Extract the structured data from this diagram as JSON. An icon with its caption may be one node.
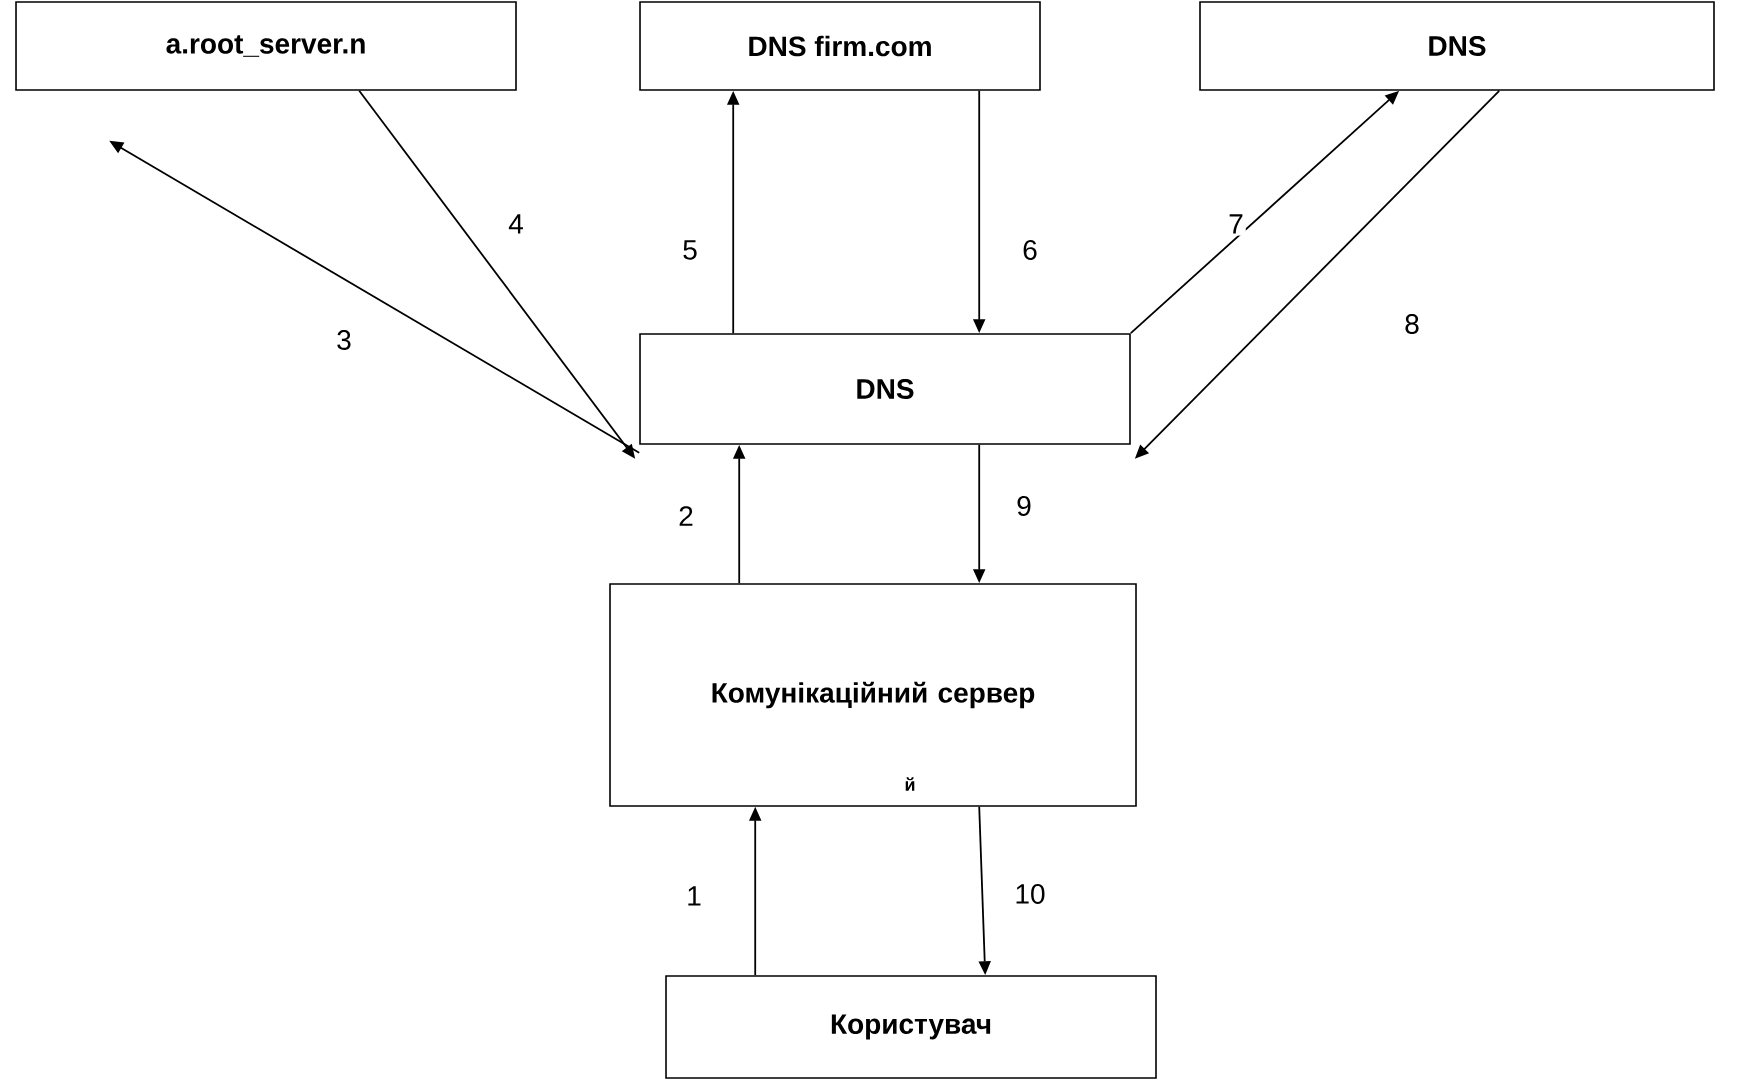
{
  "diagram": {
    "nodes": [
      {
        "text": [
          "a.root_server.n"
        ]
      },
      {
        "text": [
          "DNS firm.com"
        ]
      },
      {
        "text": [
          "DNS"
        ]
      },
      {
        "text": [
          "DNS"
        ]
      },
      {
        "text": [
          "Комунікаційний сервер"
        ]
      },
      {
        "text": [
          "Користувач"
        ]
      }
    ],
    "edges": [
      {
        "from": 3,
        "to": 0,
        "arrow": "to",
        "label": "3"
      },
      {
        "from": 0,
        "to": 3,
        "arrow": "to",
        "label": "4"
      },
      {
        "from": 3,
        "to": 1,
        "arrow": "to",
        "label": "5"
      },
      {
        "from": 1,
        "to": 3,
        "arrow": "to",
        "label": "6"
      },
      {
        "from": 3,
        "to": 2,
        "arrow": "to",
        "label": "7"
      },
      {
        "from": 2,
        "to": 3,
        "arrow": "to",
        "label": "8"
      },
      {
        "from": 4,
        "to": 3,
        "arrow": "to",
        "label": "2"
      },
      {
        "from": 3,
        "to": 4,
        "arrow": "to",
        "label": "9"
      },
      {
        "from": 5,
        "to": 4,
        "arrow": "to",
        "label": "1"
      },
      {
        "from": 4,
        "to": 5,
        "arrow": "to",
        "label": "10"
      }
    ],
    "labels": [
      "й"
    ]
  }
}
